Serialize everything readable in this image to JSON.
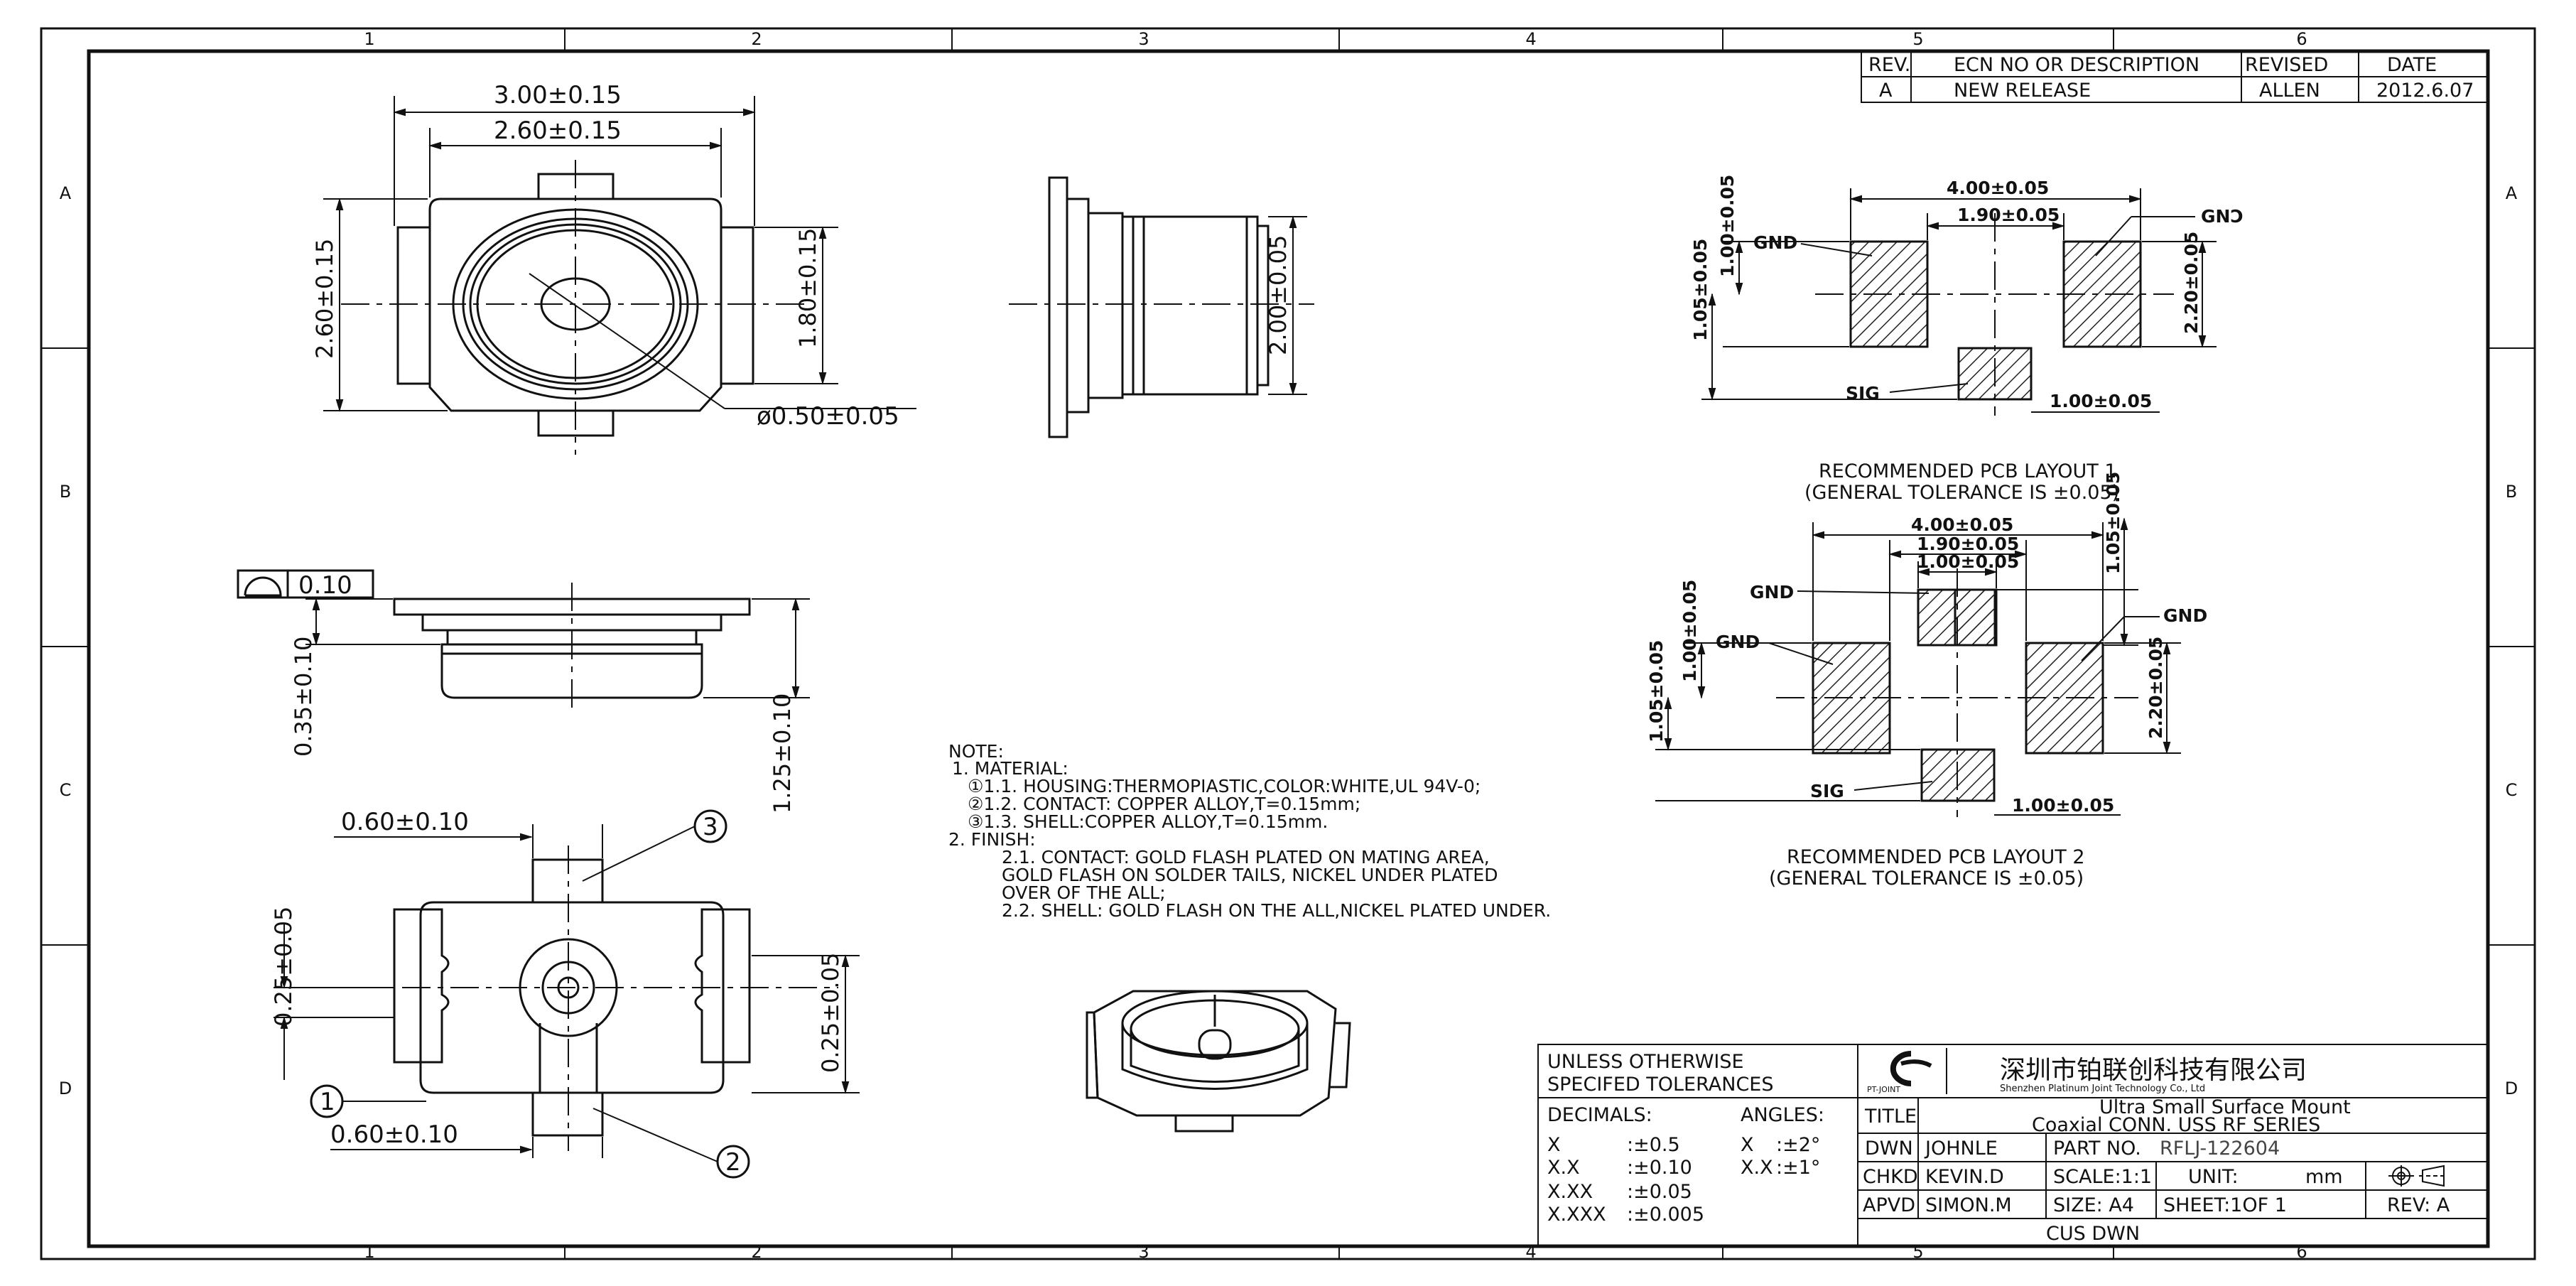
{
  "grid": {
    "columns": [
      "1",
      "2",
      "3",
      "4",
      "5",
      "6"
    ],
    "rows": [
      "A",
      "B",
      "C",
      "D"
    ]
  },
  "revision_block": {
    "headers": [
      "REV.",
      "ECN NO OR DESCRIPTION",
      "REVISED",
      "DATE"
    ],
    "rows": [
      [
        "A",
        "NEW RELEASE",
        "ALLEN",
        "2012.6.07"
      ]
    ]
  },
  "top_view": {
    "width_outer": "3.00±0.15",
    "width_inner": "2.60±0.15",
    "height_outer": "2.60±0.15",
    "height_inner": "1.80±0.15",
    "pin_dia": "ø0.50±0.05"
  },
  "side_view_right": {
    "height": "2.00±0.05"
  },
  "front_view": {
    "flatness_value": "0.10",
    "dim_left": "0.35±0.10",
    "dim_right": "1.25±0.10"
  },
  "bottom_view": {
    "dim_top": "0.60±0.10",
    "dim_bottom": "0.60±0.10",
    "dim_left": "0.25±0.05",
    "dim_right": "0.25±0.05",
    "balloons": [
      "1",
      "2",
      "3"
    ]
  },
  "notes": {
    "lines": [
      "NOTE:",
      "1.  MATERIAL:",
      "①1.1.  HOUSING:THERMOPIASTIC,COLOR:WHITE,UL  94V-0;",
      "②1.2.  CONTACT:  COPPER  ALLOY,T=0.15mm;",
      "③1.3.  SHELL:COPPER  ALLOY,T=0.15mm.",
      "2.  FINISH:",
      "2.1.  CONTACT:   GOLD  FLASH  PLATED  ON  MATING  AREA,",
      "GOLD  FLASH  ON  SOLDER    TAILS,  NICKEL  UNDER  PLATED",
      "OVER  OF  THE  ALL;",
      "2.2.  SHELL:  GOLD  FLASH  ON  THE  ALL,NICKEL  PLATED  UNDER."
    ]
  },
  "pcb_layout_1": {
    "dim_width": "4.00±0.05",
    "dim_gap": "1.90±0.05",
    "dim_pad_h": "1.00±0.05",
    "dim_total_h": "1.05±0.05",
    "dim_pad_v": "2.20±0.05",
    "dim_sig_w": "1.00±0.05",
    "label_gnd_left": "GND",
    "label_gnd_right": "GNƆ",
    "label_sig": "SIG",
    "caption": "RECOMMENDED   PCB   LAYOUT   1",
    "tolerance": "(GENERAL  TOLERANCE  IS  ±0.05)"
  },
  "pcb_layout_2": {
    "dim_width": "4.00±0.05",
    "dim_gap": "1.90±0.05",
    "dim_top_pad": "1.00±0.05",
    "dim_top_right": "1.05±0.05",
    "dim_pad_h": "1.00±0.05",
    "dim_total_h": "1.05±0.05",
    "dim_pad_v": "2.20±0.05",
    "dim_sig_w": "1.00±0.05",
    "label_gnd_top": "GND",
    "label_gnd_left": "GND",
    "label_gnd_right": "GND",
    "label_sig": "SIG",
    "caption": "RECOMMENDED   PCB   LAYOUT   2",
    "tolerance": "(GENERAL  TOLERANCE  IS  ±0.05)"
  },
  "title_block": {
    "tolerance_title_1": "UNLESS  OTHERWISE",
    "tolerance_title_2": "SPECIFED  TOLERANCES",
    "decimals_label": "DECIMALS:",
    "angles_label": "ANGLES:",
    "dec_rows": [
      [
        "X",
        ":±0.5"
      ],
      [
        "X.X",
        ":±0.10"
      ],
      [
        "X.XX",
        ":±0.05"
      ],
      [
        "X.XXX",
        ":±0.005"
      ]
    ],
    "ang_rows": [
      [
        "X",
        ":±2°"
      ],
      [
        "X.X",
        ":±1°"
      ]
    ],
    "logo_caption": "PT-JOINT",
    "company_cn": "深圳市铂联创科技有限公司",
    "company_en": "Shenzhen Platinum Joint Technology Co.,  Ltd",
    "title_label": "TITLE",
    "title_line1": "Ultra  Small  Surface  Mount",
    "title_line2": "Coaxial  CONN.  USS  RF  SERIES",
    "dwn_label": "DWN",
    "dwn_name": "JOHNLE",
    "chkd_label": "CHKD",
    "chkd_name": "KEVIN.D",
    "apvd_label": "APVD",
    "apvd_name": "SIMON.M",
    "part_no_label": "PART  NO.",
    "part_no": "RFLJ-122604",
    "scale": "SCALE:1:1",
    "unit_label": "UNIT:",
    "unit_value": "mm",
    "size": "SIZE:  A4",
    "sheet": "SHEET:1OF  1",
    "rev": "REV:  A",
    "footer": "CUS  DWN"
  }
}
